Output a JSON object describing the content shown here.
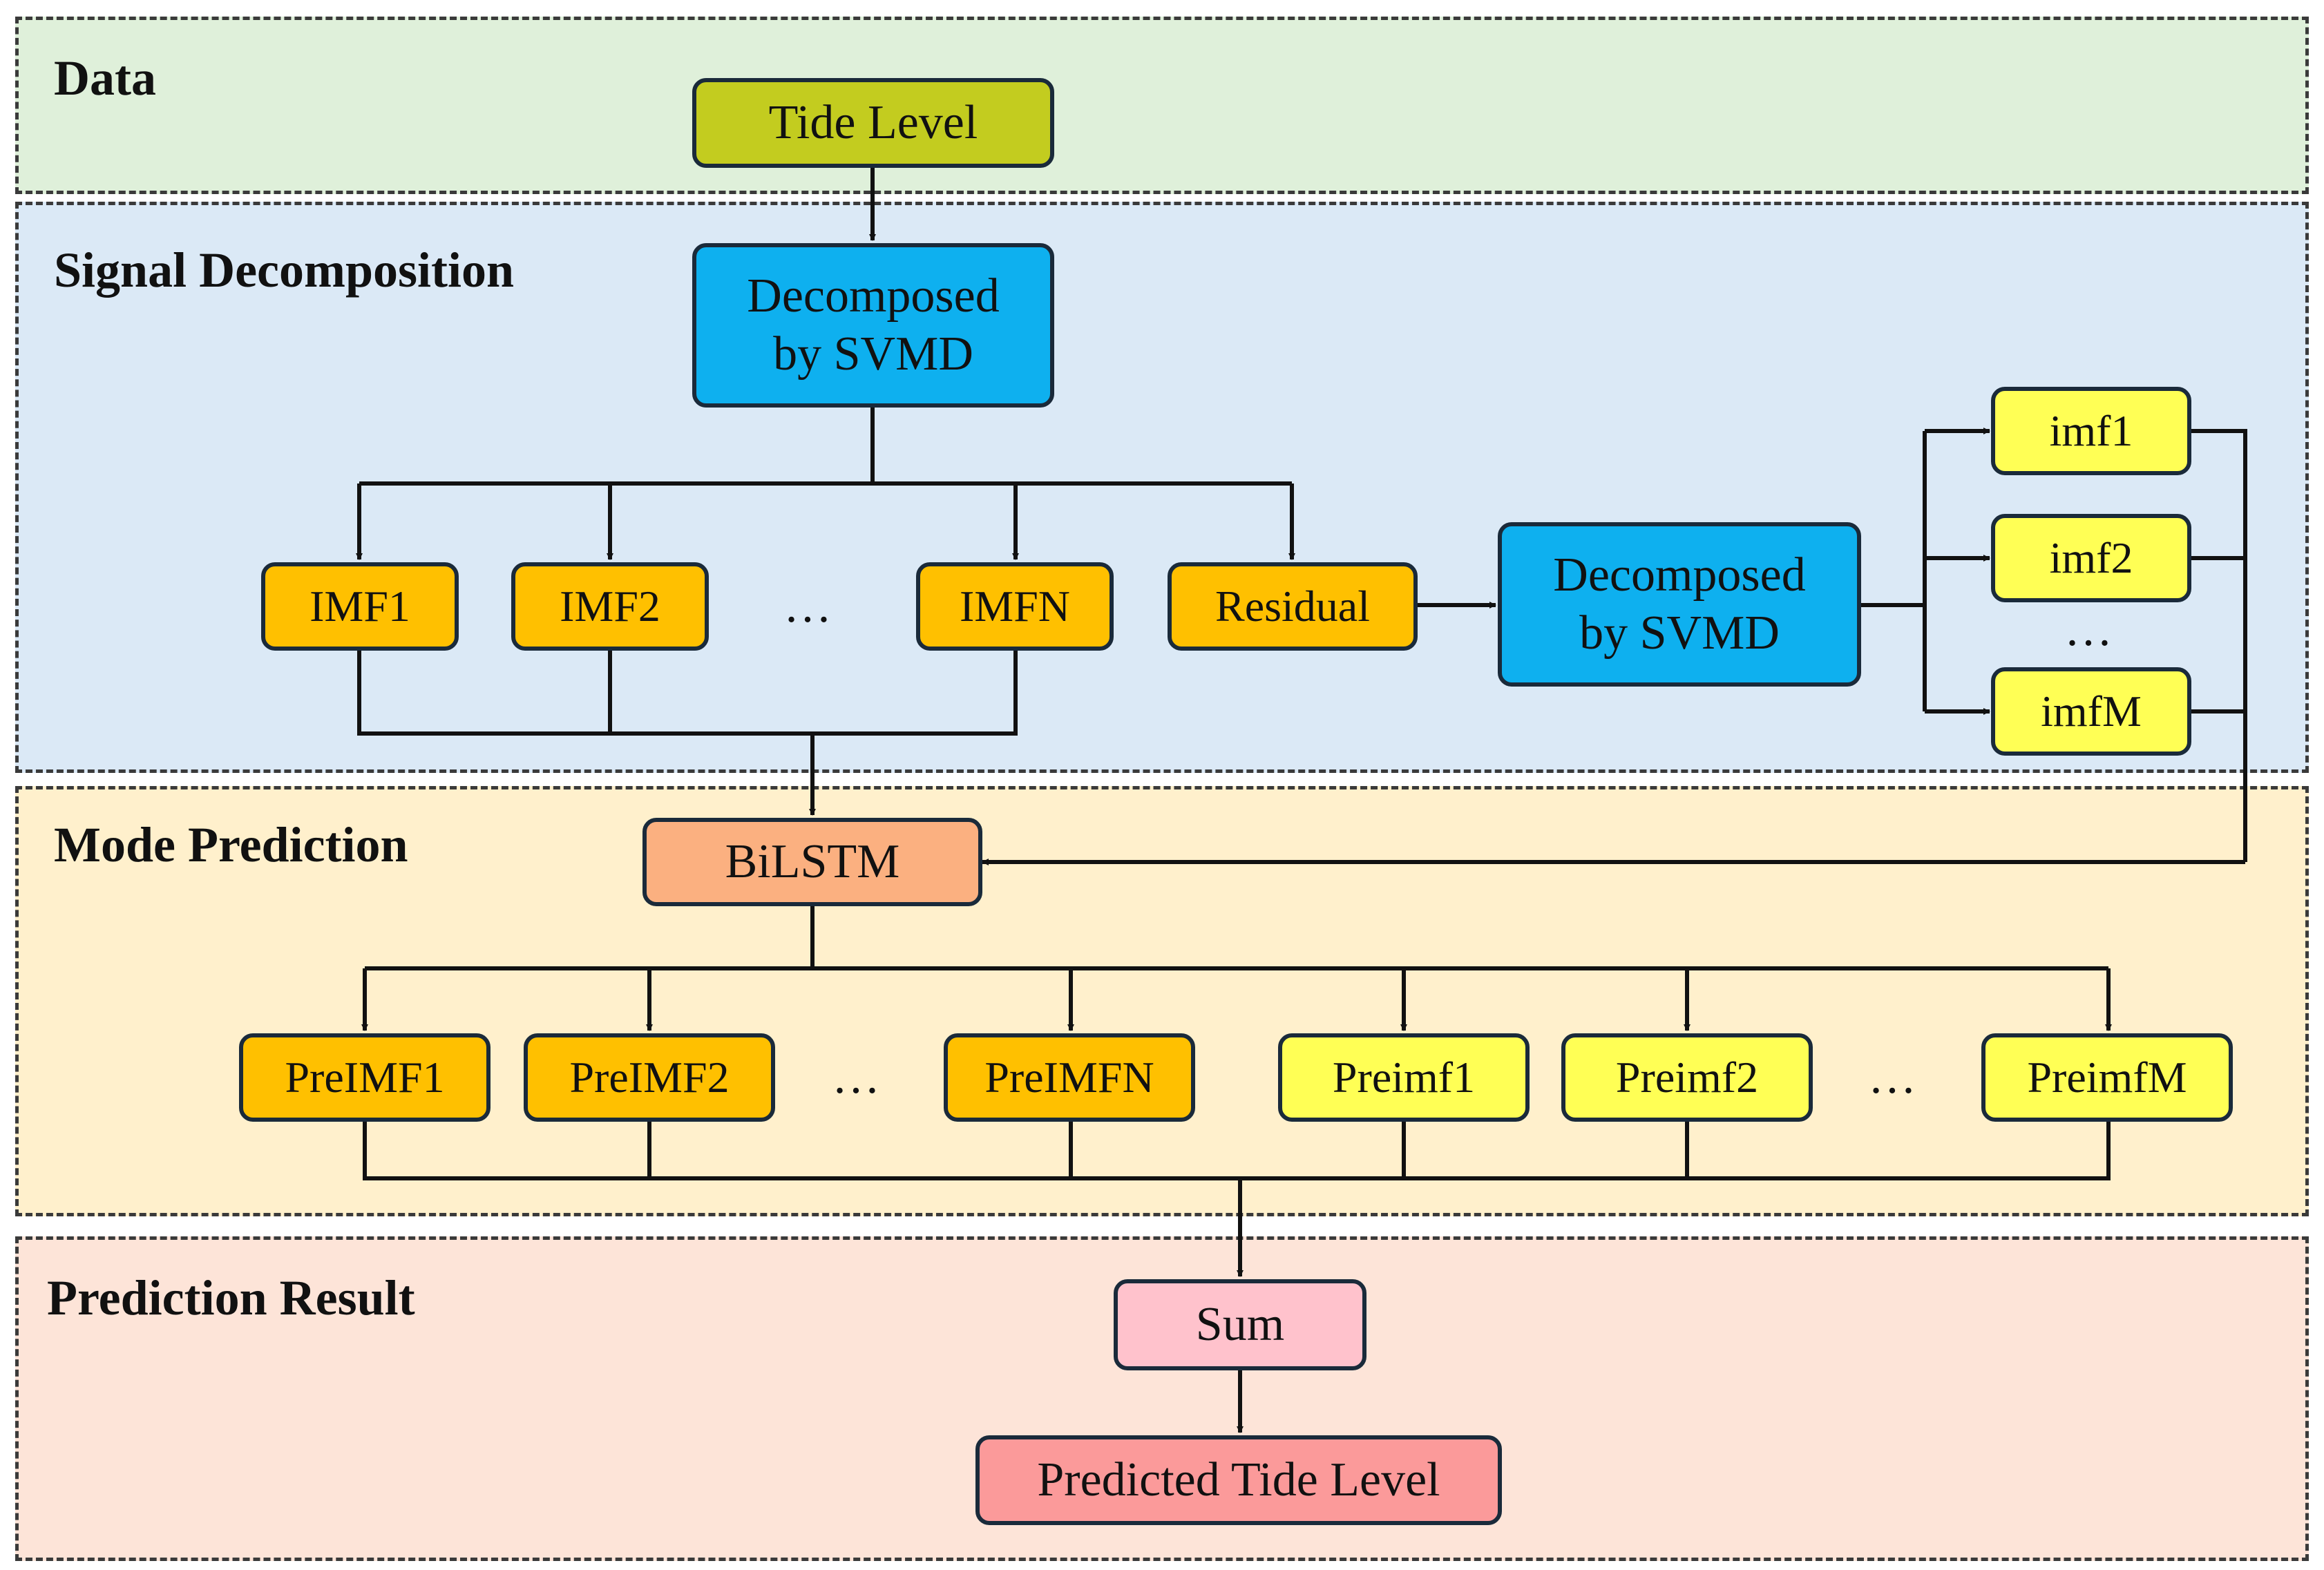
{
  "sections": {
    "data": "Data",
    "decomposition": "Signal Decomposition",
    "prediction": "Mode Prediction",
    "result": "Prediction Result"
  },
  "nodes": {
    "tide_level": "Tide Level",
    "svmd1_line1": "Decomposed",
    "svmd1_line2": "by SVMD",
    "imf1": "IMF1",
    "imf2": "IMF2",
    "imf_dots": "…",
    "imfn": "IMFN",
    "residual": "Residual",
    "svmd2_line1": "Decomposed",
    "svmd2_line2": "by SVMD",
    "imf_lower1": "imf1",
    "imf_lower2": "imf2",
    "imf_lower_dots": "…",
    "imf_lowerm": "imfM",
    "bilstm": "BiLSTM",
    "preimf1": "PreIMF1",
    "preimf2": "PreIMF2",
    "preimf_dots": "…",
    "preimfn": "PreIMFN",
    "preimf_lower1": "Preimf1",
    "preimf_lower2": "Preimf2",
    "preimf_lower_dots": "…",
    "preimf_lowerm": "PreimfM",
    "sum": "Sum",
    "predicted": "Predicted Tide Level"
  },
  "colors": {
    "data_bg": "#dff0da",
    "decomposition_bg": "#dbe9f6",
    "prediction_bg": "#fff0cc",
    "result_bg": "#fde4d8",
    "tide_level": "#c3cc1f",
    "svmd": "#0eb0ef",
    "imf_orange": "#ffc000",
    "imf_yellow": "#ffff55",
    "bilstm": "#fbb080",
    "sum": "#ffc2cc",
    "predicted": "#fb9a9a"
  }
}
